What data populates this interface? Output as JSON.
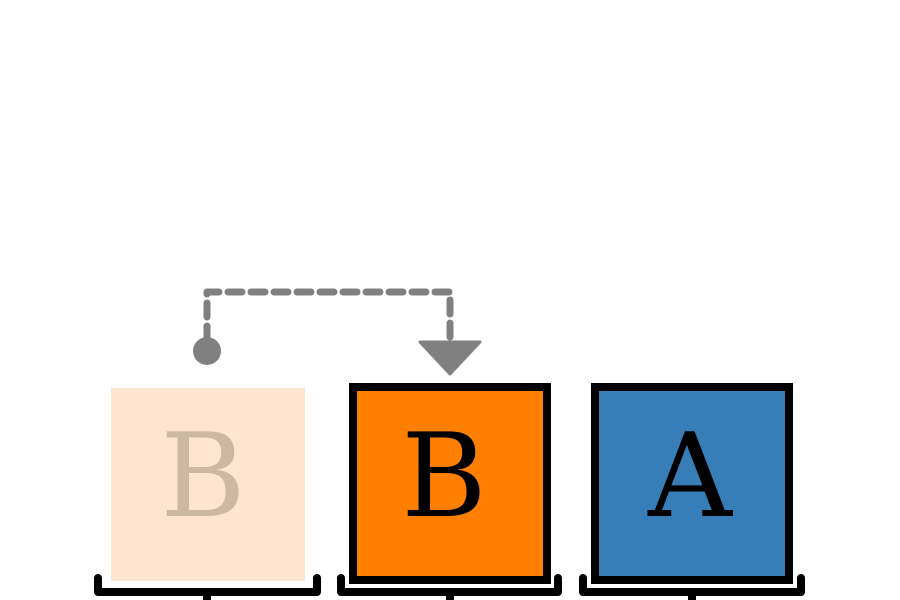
{
  "diagram": {
    "blocks": [
      {
        "id": "ghost",
        "label": "B",
        "fill": "#fde5cf",
        "text_color": "#cdb8a3",
        "outlined": false,
        "state": "faded"
      },
      {
        "id": "moved",
        "label": "B",
        "fill": "#ff7f00",
        "text_color": "#000000",
        "outlined": true,
        "state": "active"
      },
      {
        "id": "static",
        "label": "A",
        "fill": "#377eb8",
        "text_color": "#000000",
        "outlined": true,
        "state": "active"
      }
    ],
    "arrow": {
      "from": "ghost",
      "to": "moved",
      "style": "dashed",
      "color": "#808080"
    },
    "slot_count": 3,
    "outline_color": "#000000"
  }
}
